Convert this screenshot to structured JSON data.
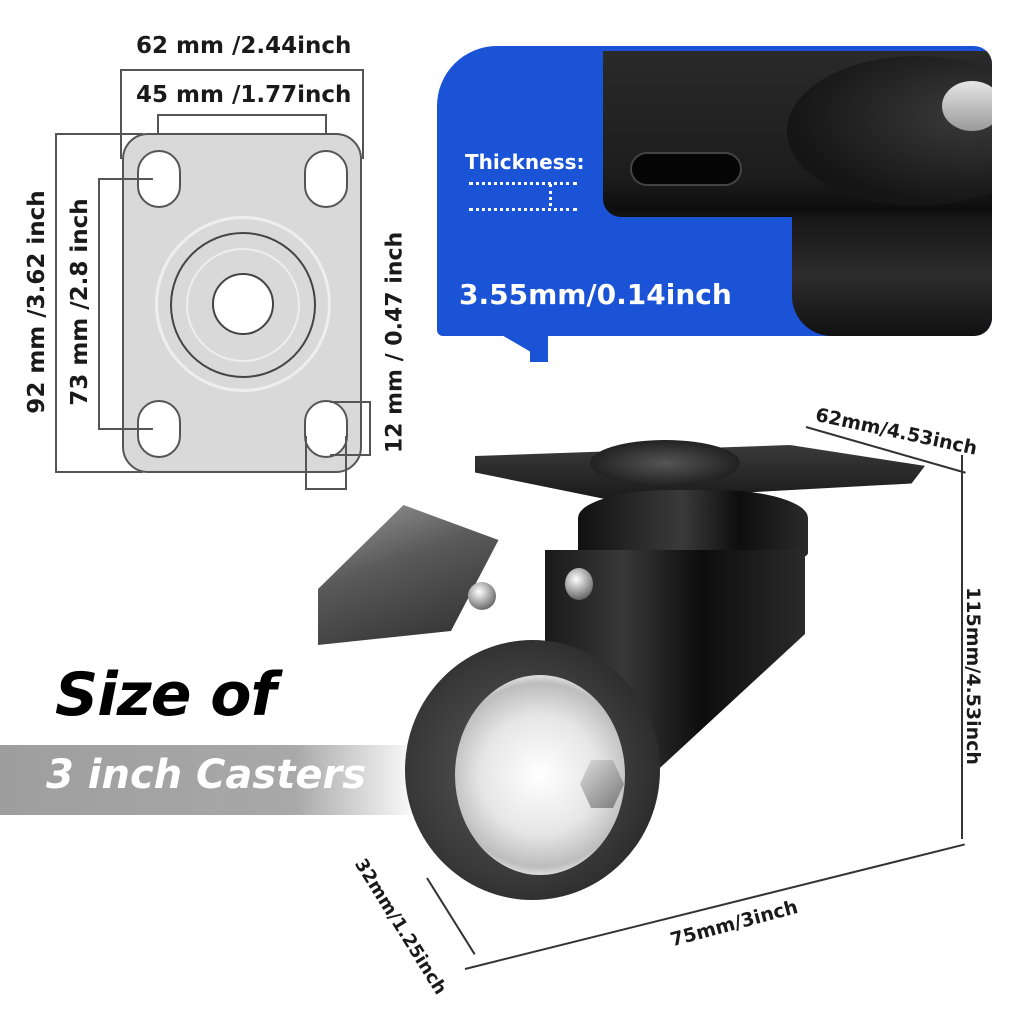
{
  "plate_diagram": {
    "overall_width": "62 mm /2.44inch",
    "hole_spacing_width": "45 mm /1.77inch",
    "overall_length": "92 mm /3.62 inch",
    "hole_spacing_length": "73 mm /2.8 inch",
    "slot_size": "12 mm / 0.47 inch"
  },
  "thickness_callout": {
    "label": "Thickness:",
    "value": "3.55mm/0.14inch",
    "bg_color": "#1a53d6"
  },
  "headline": {
    "line1": "Size of",
    "line2": "3 inch Casters"
  },
  "caster_dimensions": {
    "plate_width": "62mm/4.53inch",
    "total_height": "115mm/4.53inch",
    "wheel_width": "32mm/1.25inch",
    "wheel_diameter": "75mm/3inch"
  }
}
